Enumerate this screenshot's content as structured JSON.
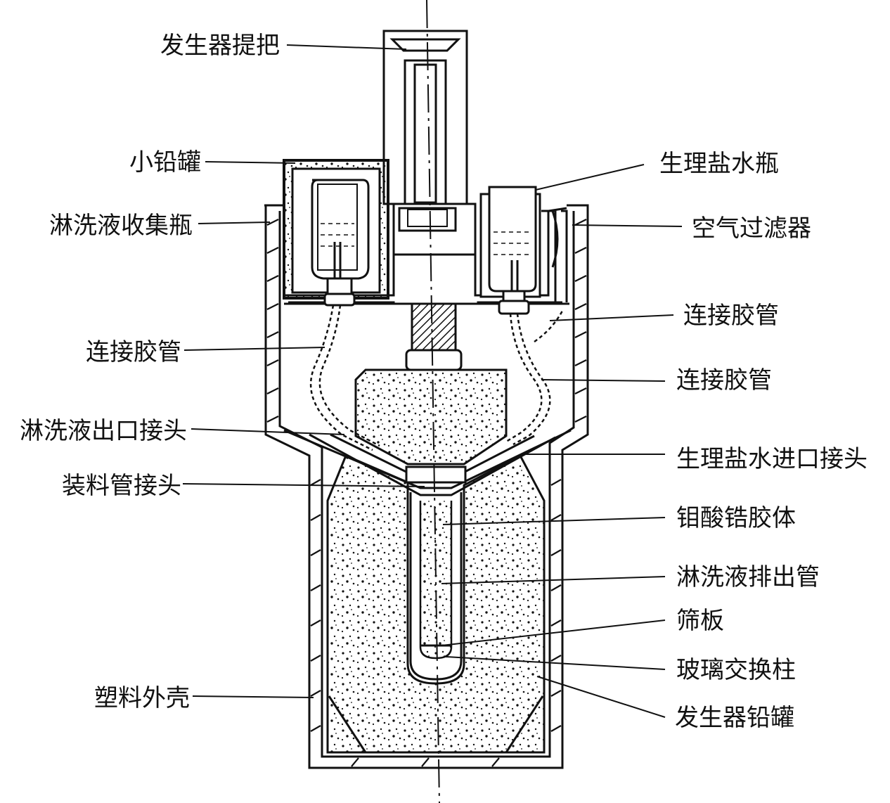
{
  "labels": {
    "left": {
      "handle": "发生器提把",
      "small_lead_can": "小铅罐",
      "eluate_collection_bottle": "淋洗液收集瓶",
      "connecting_tube": "连接胶管",
      "eluate_outlet_connector": "淋洗液出口接头",
      "loading_tube_connector": "装料管接头",
      "plastic_shell": "塑料外壳"
    },
    "right": {
      "saline_bottle": "生理盐水瓶",
      "air_filter": "空气过滤器",
      "connecting_tube_1": "连接胶管",
      "connecting_tube_2": "连接胶管",
      "saline_inlet_connector": "生理盐水进口接头",
      "zirconium_molybdate_gel": "钼酸锆胶体",
      "eluate_drain_tube": "淋洗液排出管",
      "sieve_plate": "筛板",
      "glass_exchange_column": "玻璃交换柱",
      "generator_lead_can": "发生器铅罐"
    }
  },
  "colors": {
    "line": "#111111",
    "background": "#ffffff"
  }
}
